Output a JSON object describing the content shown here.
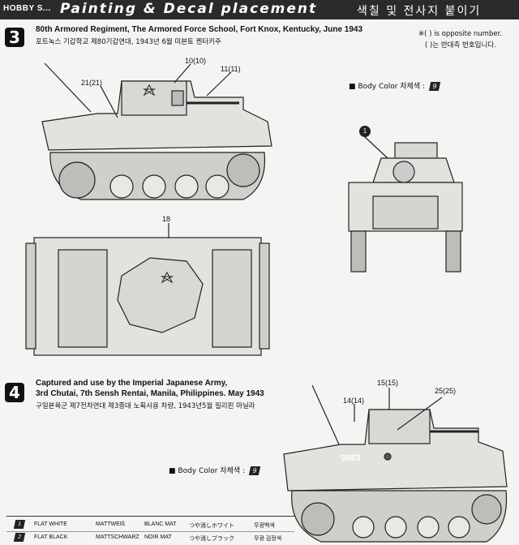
{
  "header": {
    "logo": "HOBBY S...",
    "title": "Painting & Decal placement",
    "title_korean": "색칠 및 전사지 붙이기"
  },
  "section3": {
    "number": "3",
    "title_en": "80th Armored Regiment, The Armored Force School, Fort Knox, Kentucky, June 1943",
    "title_kr": "포트녹스 기갑학교 제80기갑연대, 1943년 6월 미본토 켄터키주",
    "note_en": "※( ) is opposite number.",
    "note_kr": "( )는 반대측 번호입니다.",
    "callouts": [
      "10(10)",
      "11(11)",
      "21(21)",
      "18"
    ],
    "body_color_label": "Body Color 차체색 :",
    "body_color_code": "9",
    "front_view_code": "1"
  },
  "section4": {
    "number": "4",
    "title_en_line1": "Captured and use by the Imperial Japanese Army,",
    "title_en_line2": "3rd Chutai, 7th Sensh Rentai, Manila, Philippines. May 1943",
    "title_kr": "구일본육군 제7전차연대 제3중대 노획사용 차량, 1943년5월 필리핀 마닐라",
    "callouts": [
      "15(15)",
      "25(25)",
      "14(14)"
    ],
    "hull_number": "9883",
    "body_color_label": "Body Color 차체색 :",
    "body_color_code": "9"
  },
  "legend": [
    {
      "code": "1",
      "en": "FLAT WHITE",
      "de": "MATTWEIß",
      "fr": "BLANC MAT",
      "jp": "つや消しホワイト",
      "kr": "무광백색"
    },
    {
      "code": "2",
      "en": "FLAT BLACK",
      "de": "MATTSCHWARZ",
      "fr": "NOIR MAT",
      "jp": "つや消しブラック",
      "kr": "무광 검정색"
    }
  ],
  "colors": {
    "header_bg": "#2a2a2a",
    "page_bg": "#f4f4f2",
    "ink": "#111111"
  }
}
